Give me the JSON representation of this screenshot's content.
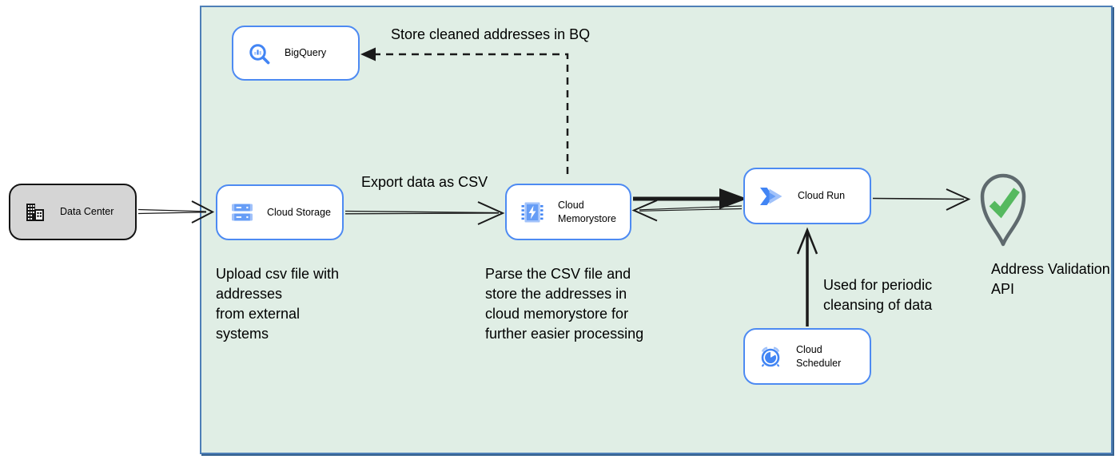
{
  "colors": {
    "canvas_bg": "#ffffff",
    "container_fill": "#e0eee5",
    "container_border": "#4e7fb7",
    "container_shadow": "#35618f",
    "node_fill": "#ffffff",
    "node_border": "#4d8af2",
    "datacenter_fill": "#d5d5d5",
    "datacenter_border": "#141414",
    "icon_blue": "#4285f4",
    "icon_blue_mid": "#669df6",
    "icon_blue_light": "#a1c2fa",
    "connector": "#1a1a1a",
    "pin_gray": "#5f6a6e",
    "check_green": "#55b95f",
    "text": "#000000"
  },
  "nodes": {
    "data_center": {
      "label": "Data Center",
      "icon": "building-icon"
    },
    "bigquery": {
      "label": "BigQuery",
      "icon": "bigquery-search-icon"
    },
    "cloud_storage": {
      "label": "Cloud Storage",
      "icon": "storage-buckets-icon"
    },
    "cloud_memorystore": {
      "label": "Cloud Memorystore",
      "icon": "memorystore-chip-icon"
    },
    "cloud_run": {
      "label": "Cloud Run",
      "icon": "cloud-run-chevrons-icon"
    },
    "cloud_scheduler": {
      "label": "Cloud Scheduler",
      "icon": "scheduler-clock-icon"
    }
  },
  "annotations": {
    "store_bq": "Store cleaned addresses in BQ",
    "export_csv": "Export data as CSV",
    "upload_note": "Upload csv file with\naddresses\nfrom external\nsystems",
    "parse_note": "Parse the CSV file and\nstore the addresses in\ncloud  memorystore for\nfurther easier processing",
    "periodic_note": "Used for periodic\ncleansing of data",
    "address_validation": "Address Validation\nAPI"
  }
}
